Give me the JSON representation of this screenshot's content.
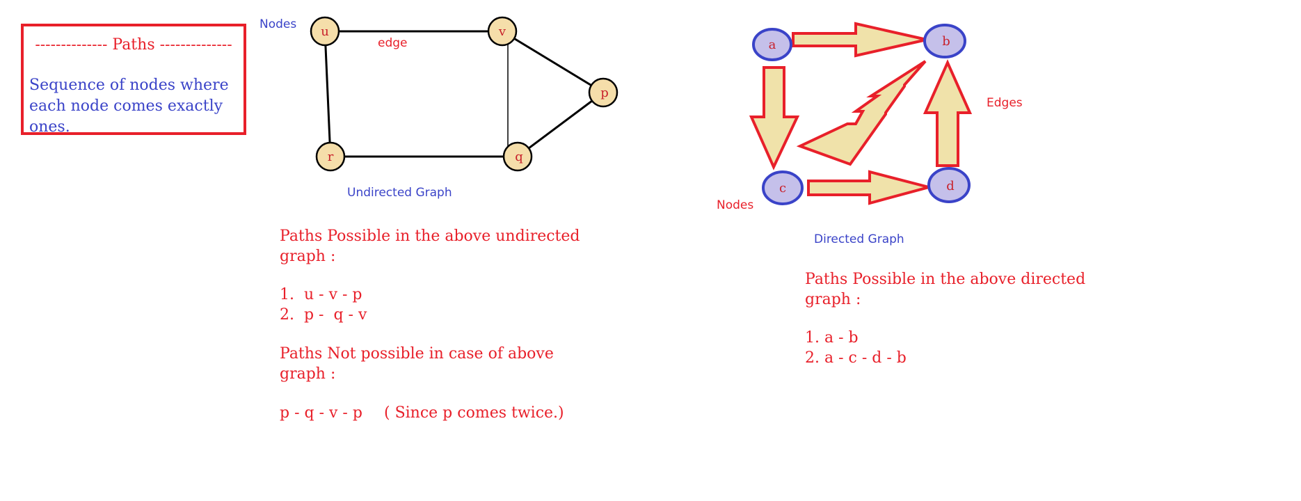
{
  "definition_box": {
    "title": "-------------- Paths --------------",
    "text": "Sequence of nodes where each node comes exactly ones."
  },
  "undirected": {
    "nodes_label": "Nodes",
    "edge_label": "edge",
    "caption": "Undirected   Graph",
    "nodes": [
      "u",
      "v",
      "p",
      "q",
      "r"
    ],
    "paths_heading": "Paths Possible in the above undirected\ngraph :",
    "paths": [
      "1.  u - v - p",
      "2.  p -  q - v"
    ],
    "not_possible_heading": "Paths Not possible in case of above\ngraph :",
    "not_possible_path": "p - q - v - p",
    "not_possible_reason": "( Since p comes twice.)"
  },
  "directed": {
    "nodes_label": "Nodes",
    "edges_label": "Edges",
    "caption": "Directed Graph",
    "nodes": [
      "a",
      "b",
      "c",
      "d"
    ],
    "paths_heading": "Paths Possible in the above directed\ngraph :",
    "paths": [
      "1. a - b",
      "2. a - c - d - b"
    ]
  },
  "colors": {
    "red": "#e8202a",
    "blue": "#3a43c8",
    "undirected_node_fill": "#f5deaa",
    "directed_node_fill": "#c5c0ea",
    "directed_node_stroke": "#3a43c8",
    "arrow_fill": "#f0e2aa"
  }
}
